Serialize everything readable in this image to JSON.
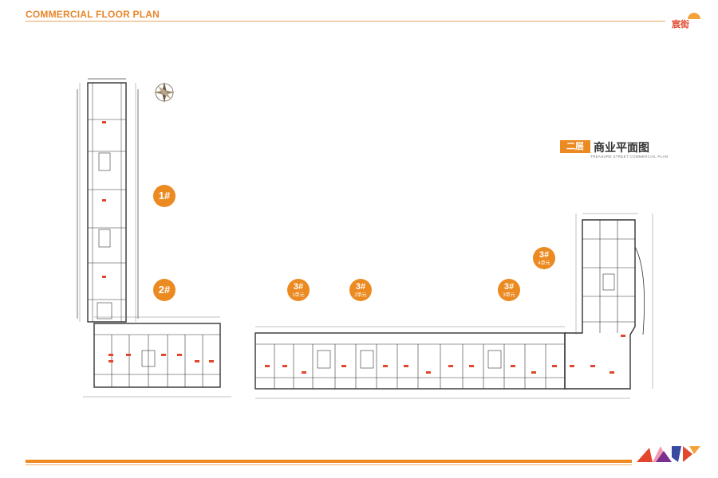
{
  "header": {
    "title": "COMMERCIAL FLOOR PLAN",
    "brand_text": "宸街"
  },
  "title_block": {
    "box": "二层",
    "cn": "商业平面图",
    "en": "TREASURE STREET COMMERCIAL PLAN"
  },
  "buildings": [
    {
      "label": "1#",
      "sub": ""
    },
    {
      "label": "2#",
      "sub": ""
    },
    {
      "label": "3#",
      "sub": "1单元"
    },
    {
      "label": "3#",
      "sub": "2单元"
    },
    {
      "label": "3#",
      "sub": "3单元"
    },
    {
      "label": "3#",
      "sub": "4单元"
    }
  ],
  "colors": {
    "accent": "#ec8a22",
    "header_rule": "#e9a35e",
    "wall": "#333333",
    "unit_tag": "#e2462c",
    "logo_red": "#e2462c",
    "logo_purple": "#7b2f8f",
    "logo_orange": "#f2a33a"
  },
  "icons": [
    "compass-rose-icon",
    "brand-sun-icon",
    "footer-logo-icon"
  ]
}
